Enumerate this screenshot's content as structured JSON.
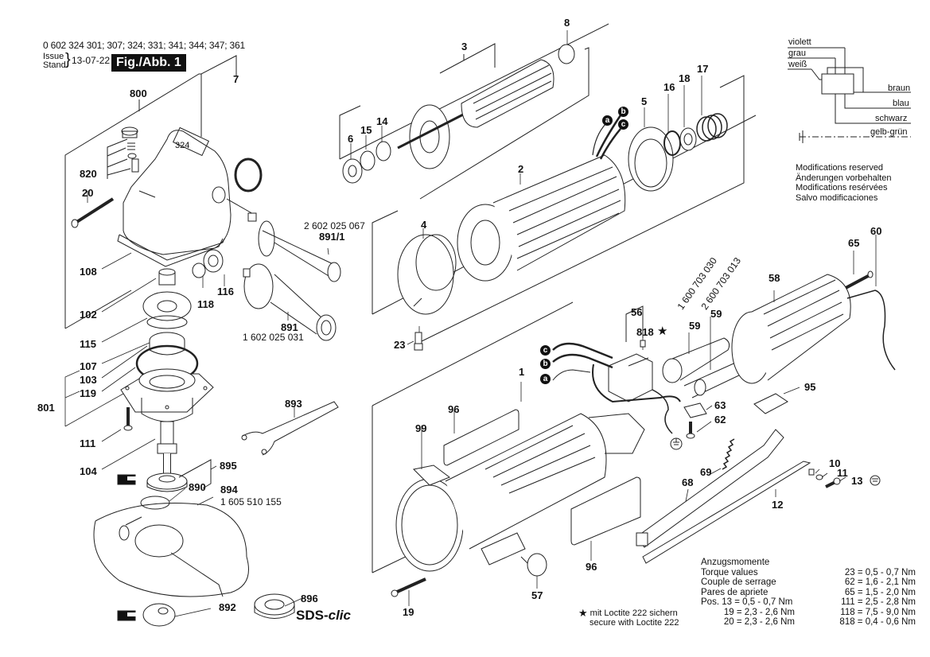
{
  "header": {
    "model_numbers": "0 602 324 301; 307; 324; 331; 341; 344; 347; 361",
    "issue_label": "Issue",
    "stand_label": "Stand",
    "issue_date": "13-07-22",
    "figure_label": "Fig./Abb. 1"
  },
  "wiring_legend": {
    "wires": [
      "violett",
      "grau",
      "weiß",
      "braun",
      "blau",
      "schwarz",
      "gelb-grün"
    ]
  },
  "modifications_notice": [
    "Modifications reserved",
    "Änderungen vorbehalten",
    "Modifications resérvées",
    "Salvo modificaciones"
  ],
  "part_labels": {
    "p800": "800",
    "p7": "7",
    "p820": "820",
    "p20": "20",
    "p108": "108",
    "p102": "102",
    "p118": "118",
    "p116": "116",
    "p115": "115",
    "p107": "107",
    "p103": "103",
    "p119": "119",
    "p801": "801",
    "p111": "111",
    "p104": "104",
    "p895": "895",
    "p890": "890",
    "p894": "894",
    "p892": "892",
    "p896": "896",
    "p891_1": "891/1",
    "p891": "891",
    "p893": "893",
    "p3": "3",
    "p8": "8",
    "p6": "6",
    "p15": "15",
    "p14": "14",
    "p2": "2",
    "p4": "4",
    "p23": "23",
    "p5": "5",
    "p16": "16",
    "p18": "18",
    "p17": "17",
    "p56": "56",
    "p818": "818",
    "p59a": "59",
    "p59b": "59",
    "p58": "58",
    "p65": "65",
    "p60": "60",
    "p95": "95",
    "p63": "63",
    "p62": "62",
    "p1": "1",
    "p96a": "96",
    "p96b": "96",
    "p99": "99",
    "p57": "57",
    "p19": "19",
    "p69": "69",
    "p68": "68",
    "p12": "12",
    "p10": "10",
    "p11": "11",
    "p13": "13",
    "p324": "324"
  },
  "order_numbers": {
    "handle_891_1": "2 602 025 067",
    "handle_891": "1 602 025 031",
    "guard_894": "1 605 510 155",
    "cord_59a": "1 600 703 030",
    "cord_59b": "2 600 703 013"
  },
  "wire_markers": [
    "a",
    "b",
    "c"
  ],
  "sds_brand": {
    "prefix": "SDS-",
    "suffix": "clic"
  },
  "loctite_note": {
    "symbol": "★",
    "line1": "mit Loctite 222 sichern",
    "line2": "secure with Loctite 222",
    "star_marker": "★"
  },
  "torque_table": {
    "title_de": "Anzugsmomente",
    "rows": [
      {
        "left": "Torque values",
        "right": "23 = 0,5 - 0,7 Nm"
      },
      {
        "left": "Couple de serrage",
        "right": "62 = 1,6 - 2,1 Nm"
      },
      {
        "left": "Pares de apriete",
        "right": "65 = 1,5 - 2,0 Nm"
      },
      {
        "left": "Pos. 13 = 0,5 - 0,7 Nm",
        "right": "111 = 2,5 - 2,8 Nm"
      },
      {
        "left": "19 = 2,3 - 2,6 Nm",
        "right": "118 = 7,5 - 9,0 Nm"
      },
      {
        "left": "20 = 2,3 - 2,6 Nm",
        "right": "818 = 0,4 - 0,6 Nm"
      }
    ]
  }
}
